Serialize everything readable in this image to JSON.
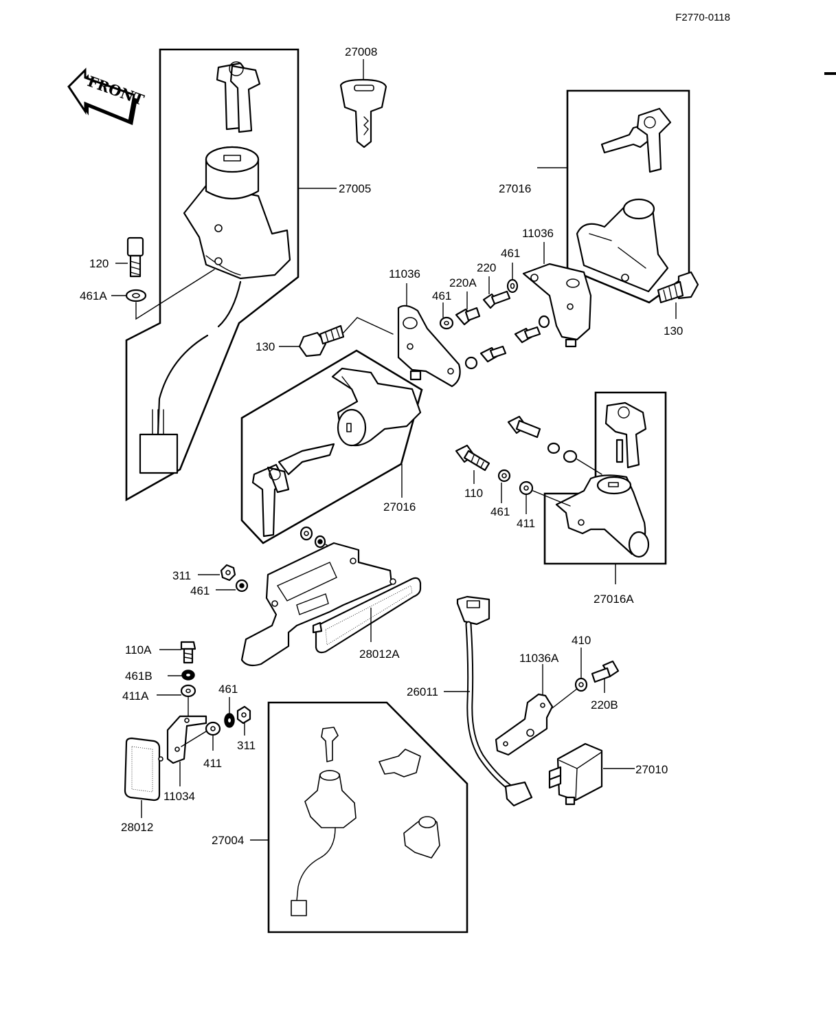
{
  "diagram": {
    "reference": "F2770-0118",
    "front_label": "FRONT",
    "callouts": {
      "k27008": "27008",
      "k27005": "27005",
      "k27016_top": "27016",
      "k27016_mid": "27016",
      "k27016a": "27016A",
      "k11036_left": "11036",
      "k11036_right": "11036",
      "k120": "120",
      "k461a": "461A",
      "k130_left": "130",
      "k130_right": "130",
      "k461_bracket": "461",
      "k220a": "220A",
      "k220": "220",
      "k461_top": "461",
      "k110": "110",
      "k461_mid": "461",
      "k411_mid": "411",
      "k311_upper": "311",
      "k461_upper_left": "461",
      "k28012a": "28012A",
      "k110a": "110A",
      "k461b": "461B",
      "k411a": "411A",
      "k461_low": "461",
      "k311_low": "311",
      "k411_low": "411",
      "k11034": "11034",
      "k28012": "28012",
      "k27004": "27004",
      "k26011": "26011",
      "k11036a": "11036A",
      "k410": "410",
      "k220b": "220B",
      "k27010": "27010"
    }
  }
}
